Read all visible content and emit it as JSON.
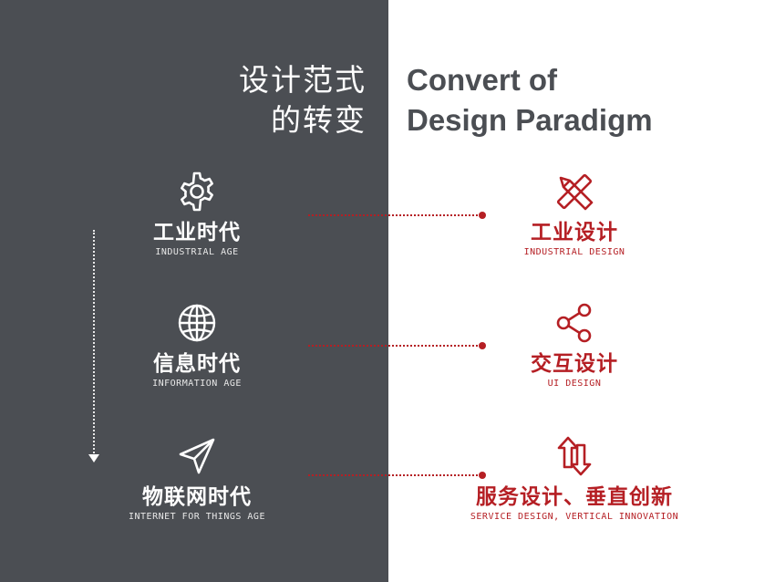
{
  "title": {
    "cn_line1": "设计范式",
    "cn_line2": "的转变",
    "en_line1": "Convert of",
    "en_line2": "Design Paradigm"
  },
  "ages": [
    {
      "cn": "工业时代",
      "en": "INDUSTRIAL AGE",
      "icon": "gear-icon"
    },
    {
      "cn": "信息时代",
      "en": "INFORMATION AGE",
      "icon": "globe-icon"
    },
    {
      "cn": "物联网时代",
      "en": "INTERNET FOR THINGS AGE",
      "icon": "paper-plane-icon"
    }
  ],
  "designs": [
    {
      "cn": "工业设计",
      "en": "INDUSTRIAL DESIGN",
      "icon": "pencil-ruler-icon"
    },
    {
      "cn": "交互设计",
      "en": "UI DESIGN",
      "icon": "share-icon"
    },
    {
      "cn": "服务设计、垂直创新",
      "en": "SERVICE DESIGN, VERTICAL INNOVATION",
      "icon": "swap-arrows-icon"
    }
  ],
  "colors": {
    "dark_panel": "#4b4e53",
    "accent_red": "#b51f24",
    "light_panel": "#ffffff"
  }
}
